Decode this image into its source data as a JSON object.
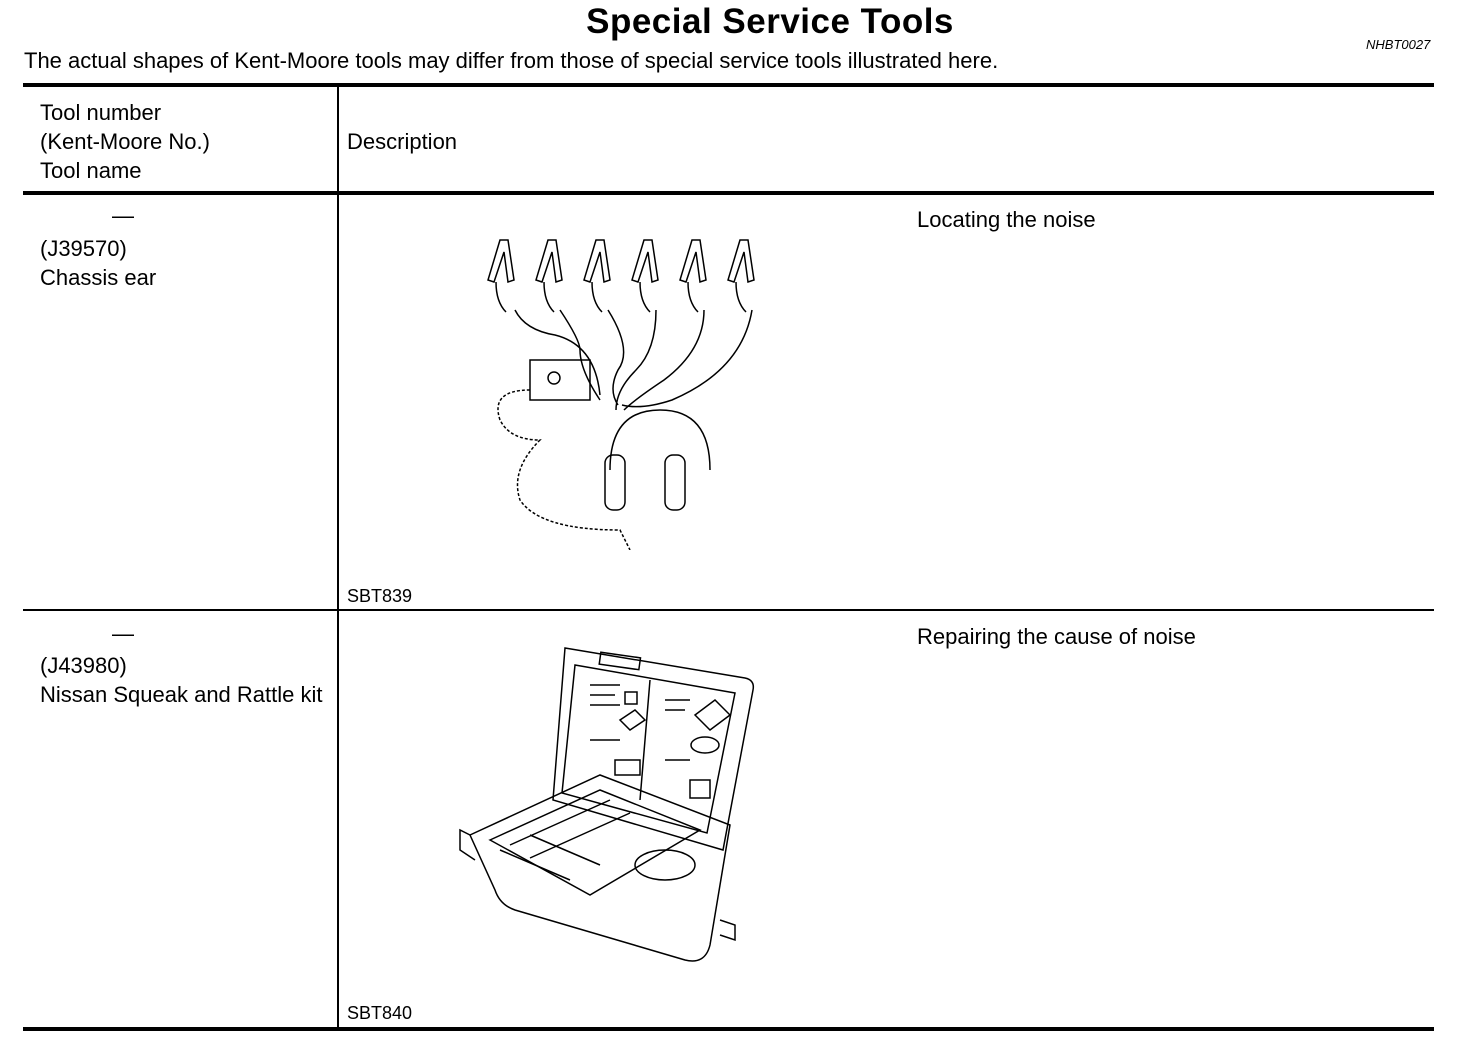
{
  "page": {
    "title": "Special Service Tools",
    "doc_code": "NHBT0027",
    "subtitle": "The actual shapes of Kent-Moore tools may differ from those of special service tools illustrated here."
  },
  "table": {
    "header": {
      "col1": [
        "Tool number",
        "(Kent-Moore No.)",
        "Tool name"
      ],
      "col2": "Description"
    },
    "rows": [
      {
        "tool_number": "—",
        "kent_moore": "(J39570)",
        "name": "Chassis ear",
        "description": "Locating the noise",
        "figure_code": "SBT839",
        "illustration": "chassis-ear-headphones-clips"
      },
      {
        "tool_number": "—",
        "kent_moore": "(J43980)",
        "name": "Nissan Squeak and Rattle kit",
        "description": "Repairing the cause of noise",
        "figure_code": "SBT840",
        "illustration": "open-tool-case"
      }
    ]
  }
}
